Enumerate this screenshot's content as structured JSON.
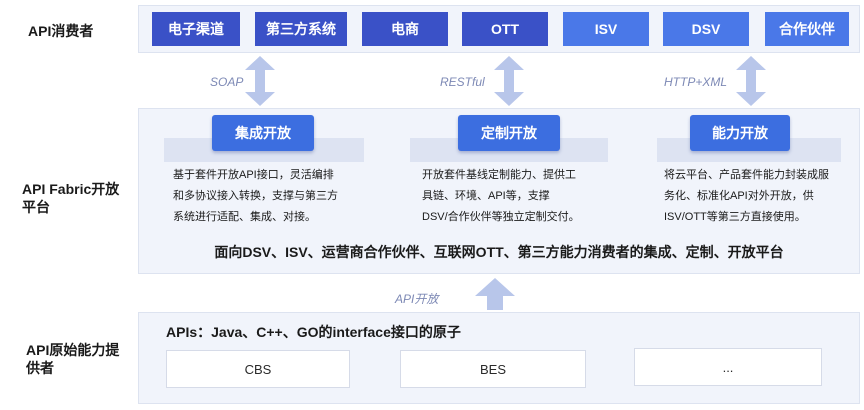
{
  "rows": {
    "consumer_label": "API消费者",
    "fabric_label": "API Fabric开放平台",
    "provider_label": "API原始能力提供者"
  },
  "consumers": [
    "电子渠道",
    "第三方系统",
    "电商",
    "OTT",
    "ISV",
    "DSV",
    "合作伙伴"
  ],
  "protocols": {
    "soap": "SOAP",
    "restful": "RESTful",
    "http_xml": "HTTP+XML",
    "api_open": "API开放"
  },
  "capabilities": [
    {
      "title": "集成开放",
      "desc": "基于套件开放API接口，灵活编排\n和多协议接入转换，支撑与第三方\n系统进行适配、集成、对接。"
    },
    {
      "title": "定制开放",
      "desc": "开放套件基线定制能力、提供工\n具链、环境、API等，支撑\nDSV/合作伙伴等独立定制交付。"
    },
    {
      "title": "能力开放",
      "desc": "将云平台、产品套件能力封装成服\n务化、标准化API对外开放，供\nISV/OTT等第三方直接使用。"
    }
  ],
  "fabric_summary": "面向DSV、ISV、运营商合作伙伴、互联网OTT、第三方能力消费者的集成、定制、开放平台",
  "apis_title": "APIs：Java、C++、GO的interface接口的原子",
  "providers": [
    "CBS",
    "BES",
    "..."
  ],
  "colors": {
    "consumer_dark": "#3a51c7",
    "consumer_light": "#4a78e8",
    "capability_button": "#3c6ee0",
    "arrow": "#b8c6ea",
    "band": "#f1f4fb"
  }
}
